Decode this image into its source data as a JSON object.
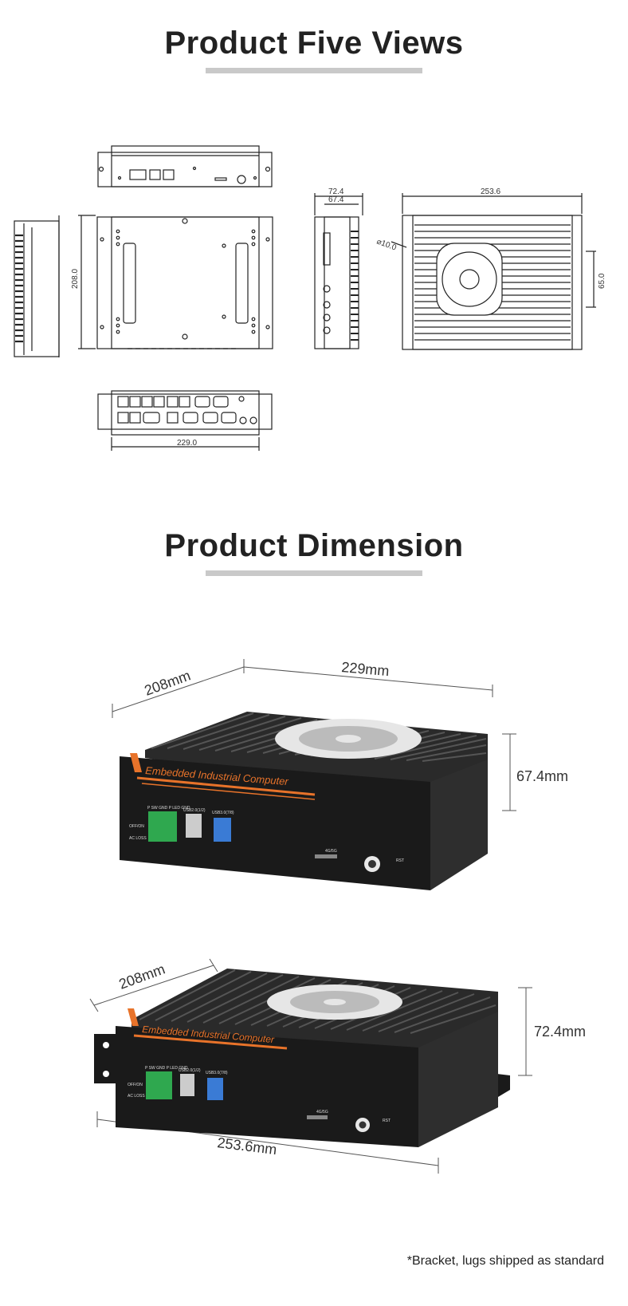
{
  "sections": {
    "five_views": {
      "title": "Product Five Views"
    },
    "dimension": {
      "title": "Product Dimension"
    }
  },
  "drawing_dims": {
    "side_depth": "208.0",
    "top_height_a": "72.4",
    "top_height_b": "67.4",
    "rear_width": "253.6",
    "hole_dia": "⌀10.0",
    "hole_spacing": "65.0",
    "front_width": "229.0"
  },
  "photo1": {
    "depth": "208mm",
    "width": "229mm",
    "height": "67.4mm",
    "label": "Embedded Industrial Computer",
    "port_labels": [
      "OFF/ON",
      "AC LOSS",
      "P SW GND P LED GND",
      "USB2.0(1/2)",
      "USB3.0(7/8)",
      "4G/5G",
      "RST"
    ]
  },
  "photo2": {
    "depth": "208mm",
    "width": "253.6mm",
    "height": "72.4mm",
    "label": "Embedded Industrial Computer",
    "port_labels": [
      "OFF/ON",
      "AC LOSS",
      "P SW GND P LED GND",
      "USB2.0(1/2)",
      "USB3.0(7/8)",
      "4G/5G",
      "RST"
    ]
  },
  "footnote": "*Bracket, lugs shipped as standard",
  "colors": {
    "accent": "#e8732a",
    "body": "#1a1a1a",
    "bar": "#c9c9c9"
  }
}
